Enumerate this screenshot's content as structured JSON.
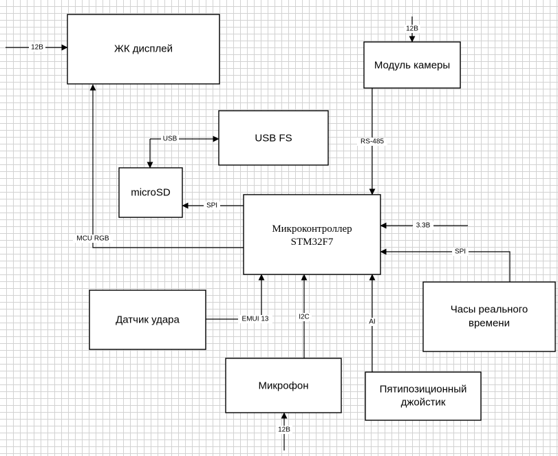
{
  "diagram": {
    "blocks": {
      "lcd": "ЖК дисплей",
      "camera": "Модуль камеры",
      "usb": "USB FS",
      "microsd": "microSD",
      "mcu_line1": "Микроконтроллер",
      "mcu_line2": "STM32F7",
      "shock_sensor": "Датчик удара",
      "rtc_line1": "Часы реального",
      "rtc_line2": "времени",
      "microphone": "Микрофон",
      "joystick_line1": "Пятипозиционный",
      "joystick_line2": "джойстик"
    },
    "connections": {
      "lcd_power": "12В",
      "camera_power": "12В",
      "camera_to_mcu": "RS-485",
      "usb_link": "USB",
      "microsd_link": "SPI",
      "mcu_to_lcd": "MCU RGB",
      "mcu_power": "3.3В",
      "rtc_link": "SPI",
      "shock_link": "EMUI 13",
      "mic_link": "I2C",
      "joystick_link": "AI",
      "mic_power": "12В"
    }
  }
}
